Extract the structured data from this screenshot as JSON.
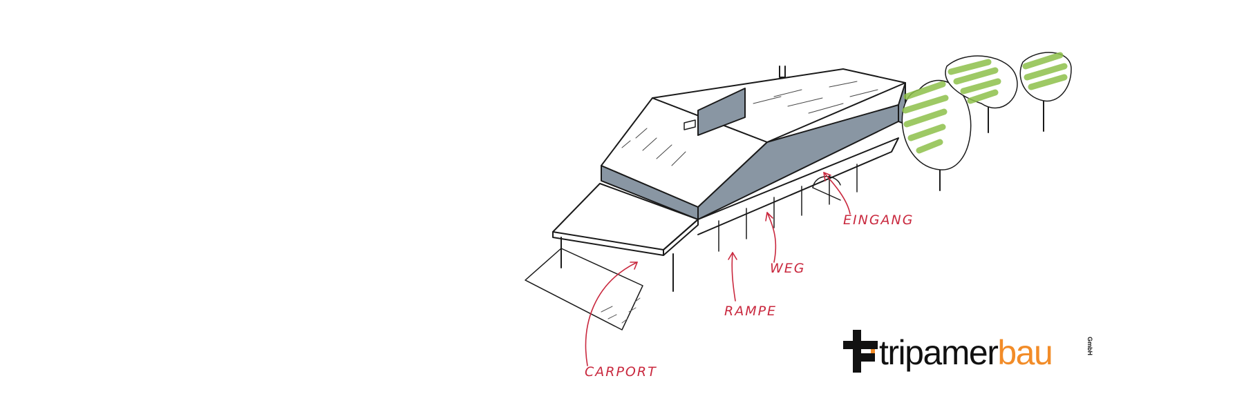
{
  "annotations": {
    "carport": "CARPORT",
    "rampe": "RAMPE",
    "weg": "WEG",
    "eingang": "EINGANG"
  },
  "logo": {
    "name_part1": "tripamer",
    "name_part2": "bau",
    "suffix": "GmbH"
  },
  "colors": {
    "annotation_red": "#c9283e",
    "facade_blue": "#8996a3",
    "tree_green": "#8dbf4a",
    "logo_orange": "#f28c28",
    "logo_black": "#111111"
  }
}
